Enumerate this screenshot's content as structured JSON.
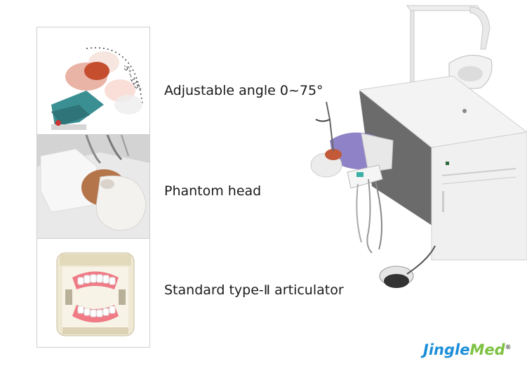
{
  "features": [
    {
      "caption": "Adjustable angle 0~75°",
      "image_icon": "phantom-head-tilt-icon",
      "angle_label": "-5°~115°"
    },
    {
      "caption": "Phantom head",
      "image_icon": "phantom-head-icon"
    },
    {
      "caption": "Standard type-Ⅱ articulator",
      "image_icon": "articulator-icon"
    }
  ],
  "product": {
    "image_icon": "dental-simulator-unit-icon"
  },
  "brand": {
    "part1": "Jingle",
    "part2": "Med",
    "reg": "®",
    "color1": "#1d8fd8",
    "color2": "#7cc142"
  }
}
